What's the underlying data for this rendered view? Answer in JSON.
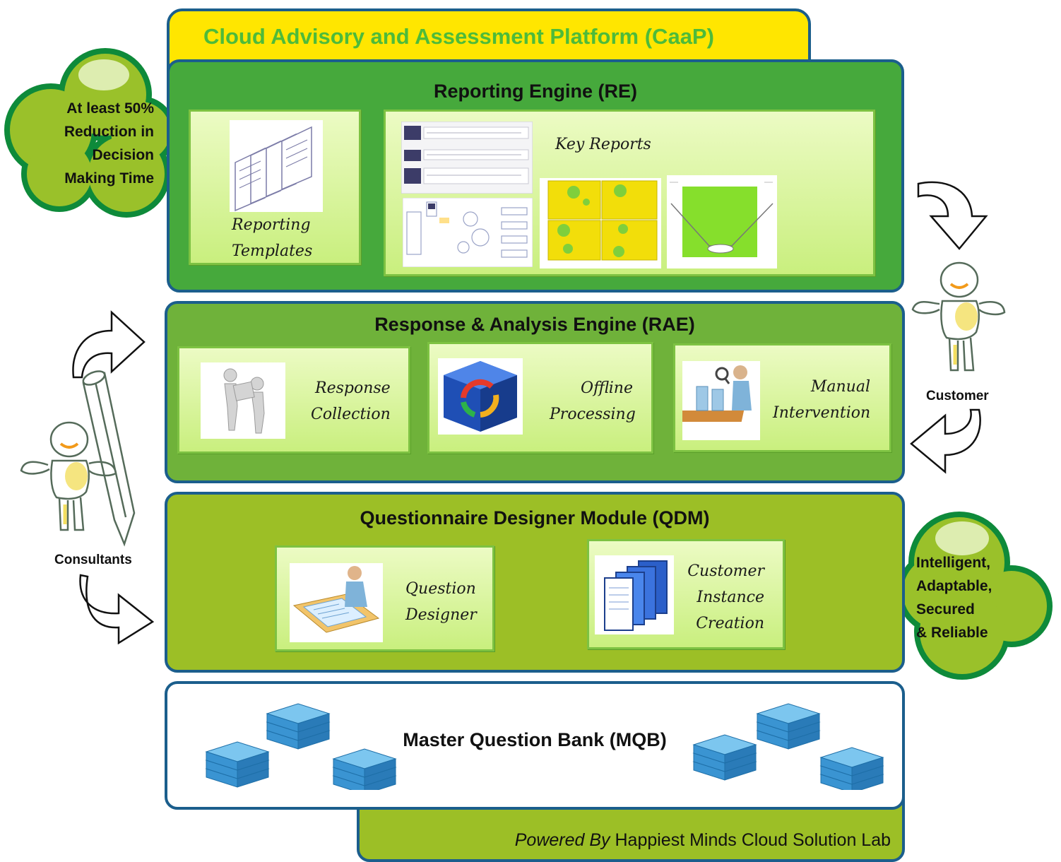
{
  "title": "Cloud Advisory and Assessment Platform (CaaP)",
  "colors": {
    "title_text": "#4dbb3a",
    "title_bg": "#ffe600",
    "border_blue": "#1b5e8c",
    "re_green": "#46a93c",
    "rae_green": "#6fb23a",
    "qdm_green": "#9cbf26",
    "card_green": "#d9f59a",
    "cloud_green": "#9ac12a"
  },
  "cloud_left": {
    "lines": [
      "At least 50%",
      "Reduction in",
      "Decision",
      "Making Time"
    ]
  },
  "cloud_right": {
    "lines": [
      "Intelligent,",
      "Adaptable,",
      "Secured",
      "& Reliable"
    ]
  },
  "re": {
    "title": "Reporting  Engine (RE)",
    "templates": {
      "lines": [
        "Reporting",
        "Templates"
      ]
    },
    "key_reports": "Key Reports"
  },
  "rae": {
    "title": "Response & Analysis Engine (RAE)",
    "cards": [
      {
        "lines": [
          "Response",
          "Collection"
        ]
      },
      {
        "lines": [
          "Offline",
          "Processing"
        ]
      },
      {
        "lines": [
          "Manual",
          "Intervention"
        ]
      }
    ]
  },
  "qdm": {
    "title": "Questionnaire Designer Module (QDM)",
    "cards": [
      {
        "lines": [
          "Question",
          "Designer"
        ]
      },
      {
        "lines": [
          "Customer",
          "Instance",
          "Creation"
        ]
      }
    ]
  },
  "mqb": {
    "title": "Master Question Bank (MQB)"
  },
  "footer": {
    "prefix": "Powered By",
    "text": "Happiest Minds Cloud Solution Lab"
  },
  "actors": {
    "customer": "Customer",
    "consultants": "Consultants"
  },
  "icons": [
    "stick-figure-icon",
    "pencil-icon",
    "curved-arrow-icon",
    "document-stack-icon",
    "book-stack-icon",
    "cube-cycle-icon",
    "people-icon",
    "desk-worker-icon",
    "folder-pages-icon"
  ]
}
